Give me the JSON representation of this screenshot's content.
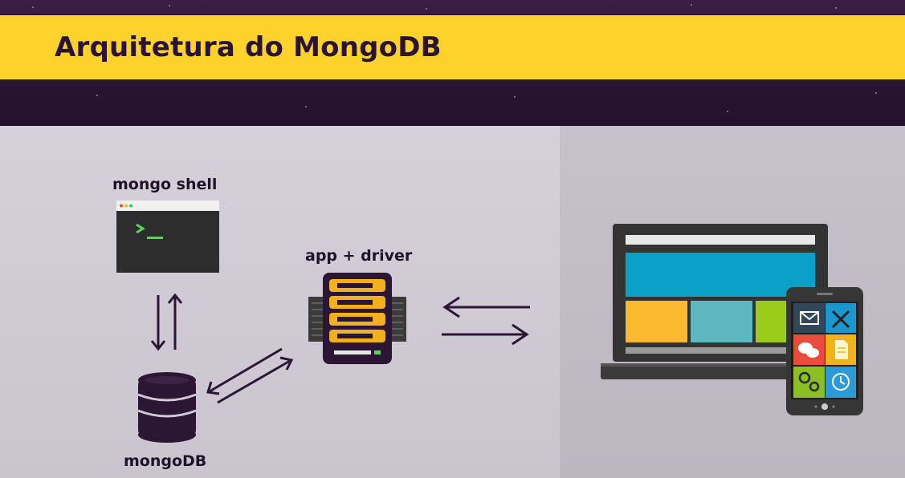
{
  "header": {
    "title": "Arquitetura do MongoDB"
  },
  "diagram": {
    "shell_label": "mongo shell",
    "app_label": "app + driver",
    "db_label": "mongoDB",
    "shell_prompt": ">_"
  },
  "colors": {
    "title_bar": "#fdd32b",
    "title_text": "#2a1333",
    "dark_purple": "#2b1633",
    "server_accent": "#f2b01e",
    "screen_blue": "#0aa0c8",
    "tile_orange": "#fbb92f",
    "tile_teal": "#5fb8bf",
    "tile_green": "#9ccc1a",
    "terminal_green": "#5fd35f"
  },
  "icons": [
    "terminal-icon",
    "server-icon",
    "database-icon",
    "laptop-icon",
    "smartphone-icon",
    "mail-icon",
    "tools-icon",
    "chat-icon",
    "document-icon",
    "gears-icon",
    "clock-icon"
  ]
}
